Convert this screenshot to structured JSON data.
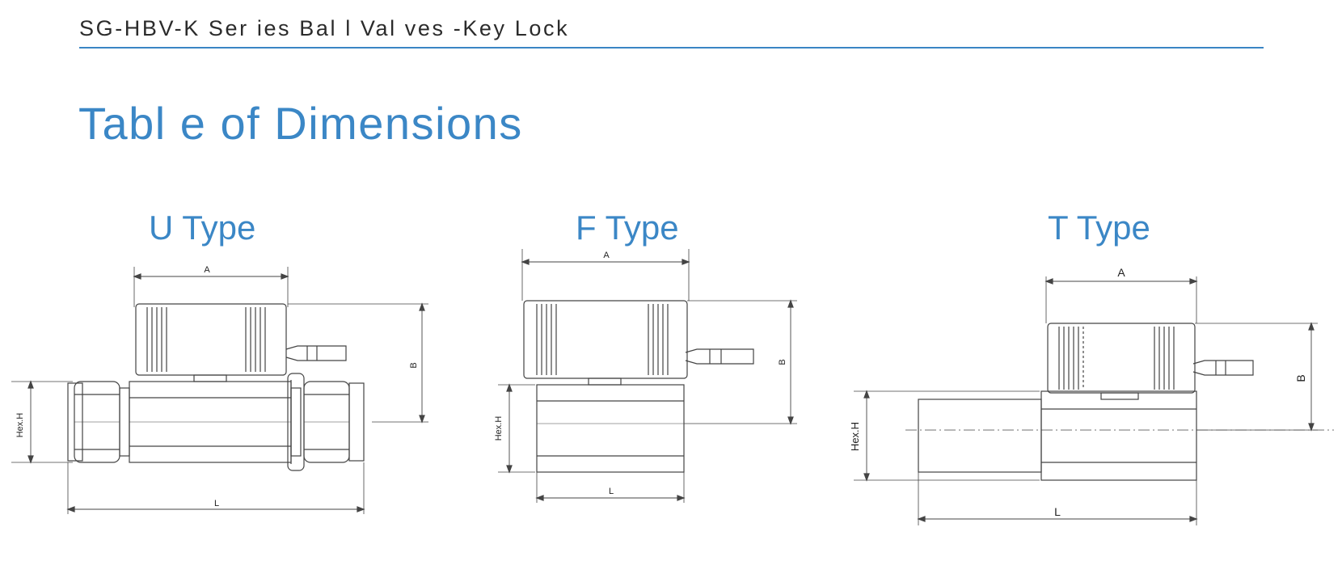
{
  "header": {
    "title": "SG-HBV-K Ser ies Bal l  Val ves -Key Lock"
  },
  "section": {
    "title": "Tabl e of  Dimensions"
  },
  "drawings": {
    "u_type": {
      "title": "U Type",
      "dims": {
        "a": "A",
        "b": "B",
        "hex": "Hex.H",
        "l": "L"
      }
    },
    "f_type": {
      "title": "F Type",
      "dims": {
        "a": "A",
        "b": "B",
        "hex": "Hex.H",
        "l": "L"
      }
    },
    "t_type": {
      "title": "T Type",
      "dims": {
        "a": "A",
        "b": "B",
        "hex": "Hex.H",
        "l": "L"
      }
    }
  },
  "colors": {
    "accent": "#3b87c6",
    "rule": "#3a85c4",
    "line_art": "#444444"
  }
}
